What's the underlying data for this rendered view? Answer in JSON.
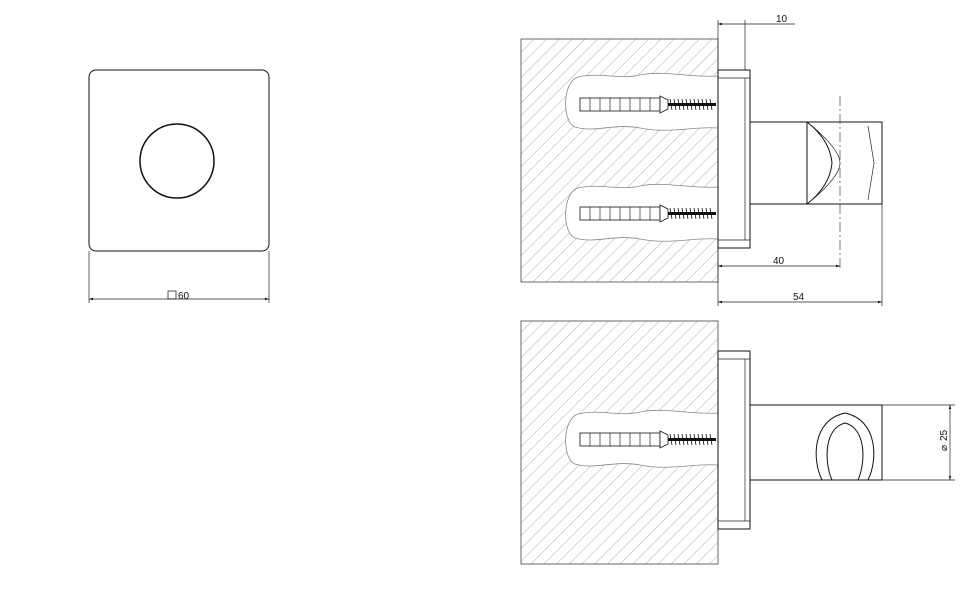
{
  "front_view": {
    "width_dim": "60",
    "square_symbol": "□"
  },
  "side_view_top": {
    "dim_flange_thickness": "10",
    "dim_axis_offset": "40",
    "dim_total_depth": "54"
  },
  "side_view_bottom": {
    "dim_holder_diameter": "25",
    "diameter_symbol": "⌀"
  }
}
